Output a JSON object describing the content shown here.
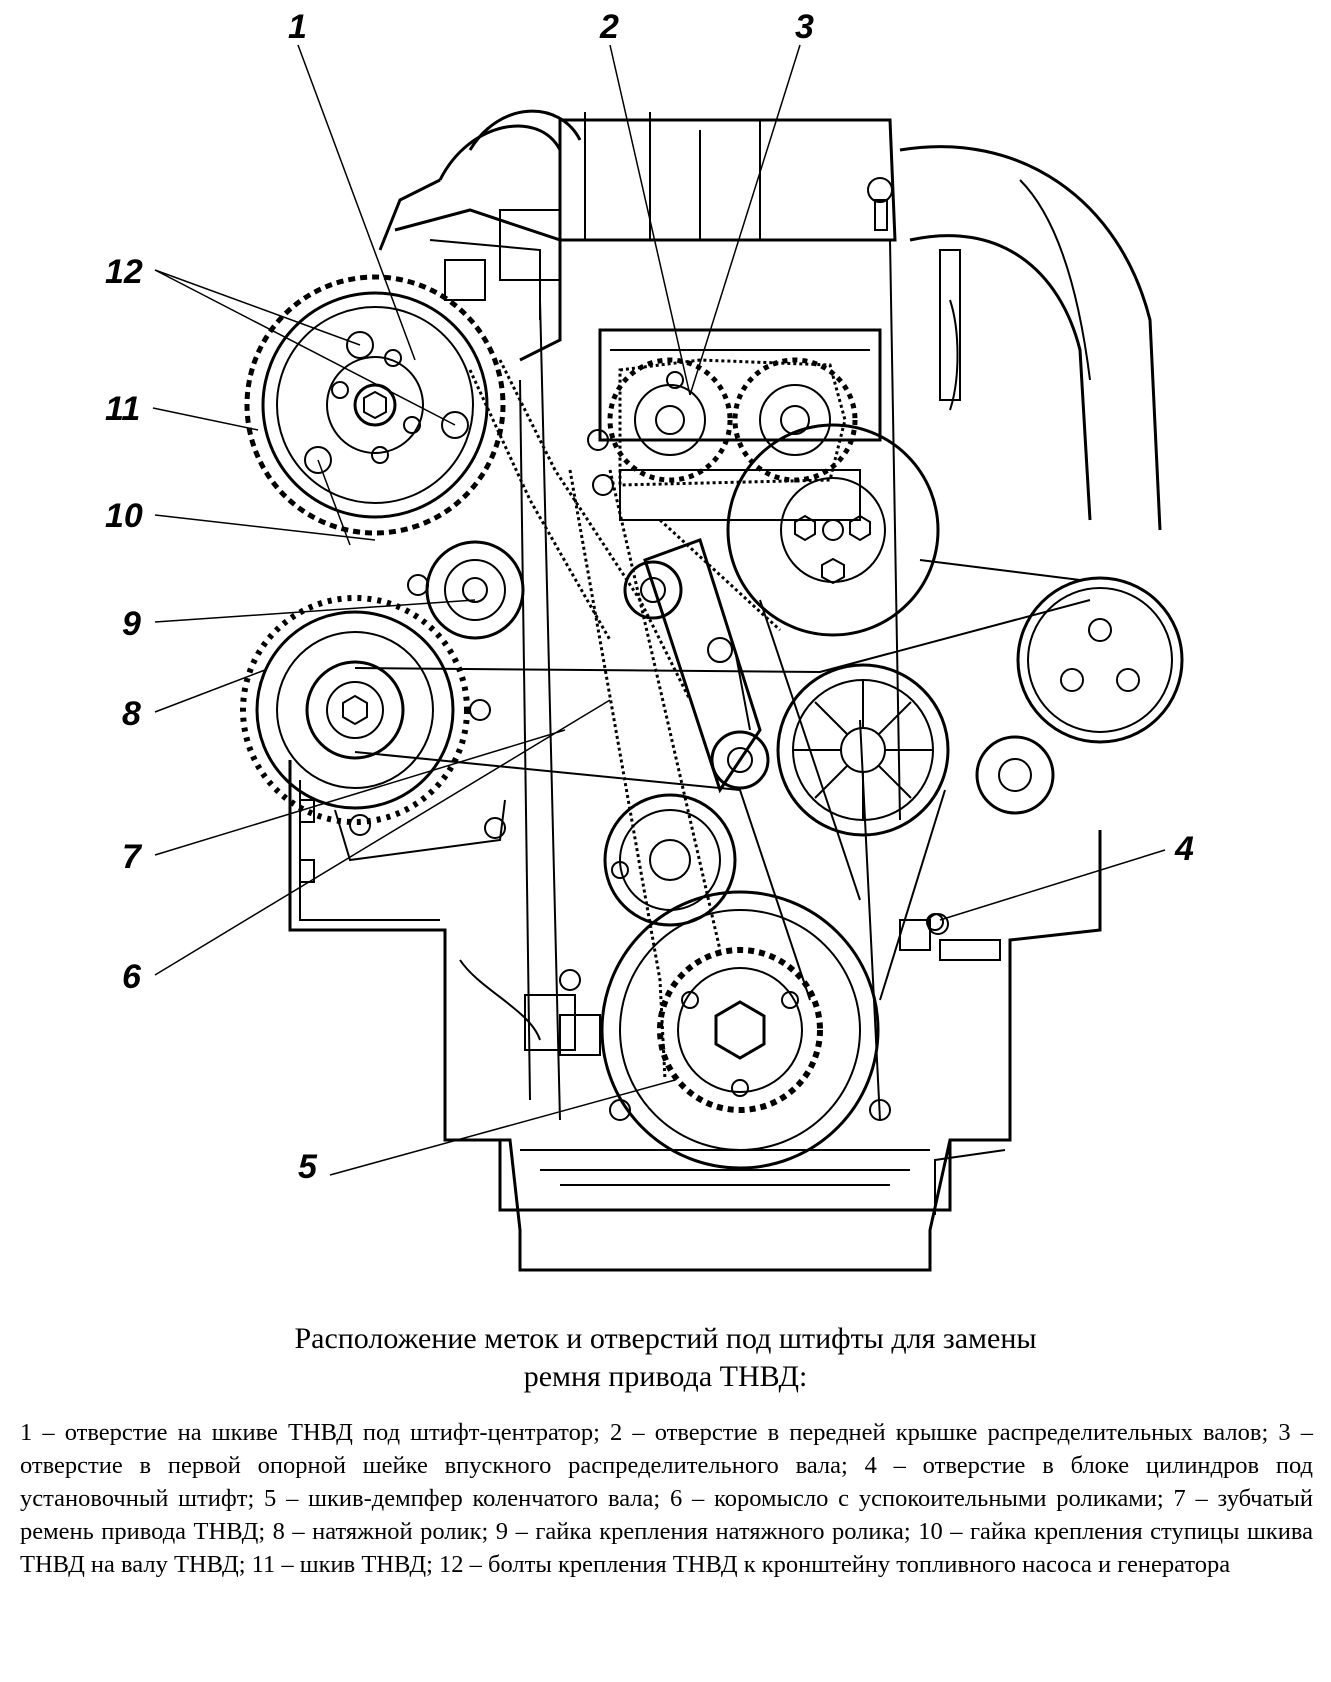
{
  "diagram": {
    "callouts": [
      {
        "id": "1",
        "label": "1"
      },
      {
        "id": "2",
        "label": "2"
      },
      {
        "id": "3",
        "label": "3"
      },
      {
        "id": "4",
        "label": "4"
      },
      {
        "id": "5",
        "label": "5"
      },
      {
        "id": "6",
        "label": "6"
      },
      {
        "id": "7",
        "label": "7"
      },
      {
        "id": "8",
        "label": "8"
      },
      {
        "id": "9",
        "label": "9"
      },
      {
        "id": "10",
        "label": "10"
      },
      {
        "id": "11",
        "label": "11"
      },
      {
        "id": "12",
        "label": "12"
      }
    ]
  },
  "caption": {
    "title_line1": "Расположение меток и отверстий под штифты для замены",
    "title_line2": "ремня привода ТНВД:",
    "legend": "1 – отверстие на шкиве ТНВД под штифт-центратор; 2 – отверстие в передней крышке распределительных валов; 3 – отверстие в первой опорной шейке впускного распределительного вала; 4 – отверстие в блоке цилиндров под установочный штифт; 5 – шкив-демпфер коленчатого вала; 6 – коромысло с успокоительными роликами; 7 – зубчатый ремень привода ТНВД; 8 – натяжной ролик; 9 – гайка крепления натяжного ролика; 10 – гайка крепления ступицы шкива ТНВД на валу ТНВД; 11 – шкив ТНВД; 12 – болты крепления ТНВД к кронштейну топливного насоса и генератора"
  }
}
